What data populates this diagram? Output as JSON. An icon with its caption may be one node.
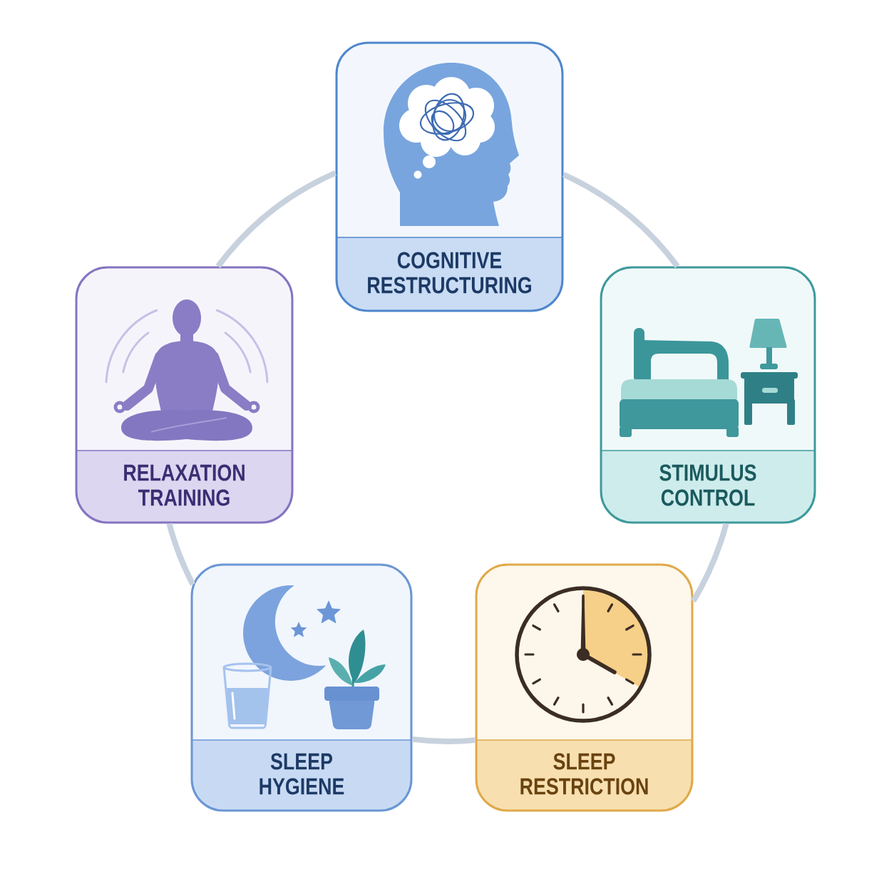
{
  "diagram": {
    "nodes": [
      {
        "text": [
          "COGNITIVE RESTRUCTURING"
        ]
      },
      {
        "text": [
          "RELAXATION TRAINING"
        ]
      },
      {
        "text": [
          "STIMULUS CONTROL"
        ]
      },
      {
        "text": [
          "SLEEP HYGIENE"
        ]
      },
      {
        "text": [
          "SLEEP RESTRICTION"
        ]
      }
    ],
    "edges": [
      {
        "from": 0,
        "to": 2,
        "arrow": "none"
      },
      {
        "from": 2,
        "to": 4,
        "arrow": "none"
      },
      {
        "from": 4,
        "to": 3,
        "arrow": "none"
      },
      {
        "from": 3,
        "to": 1,
        "arrow": "none"
      },
      {
        "from": 1,
        "to": 0,
        "arrow": "none"
      }
    ]
  }
}
